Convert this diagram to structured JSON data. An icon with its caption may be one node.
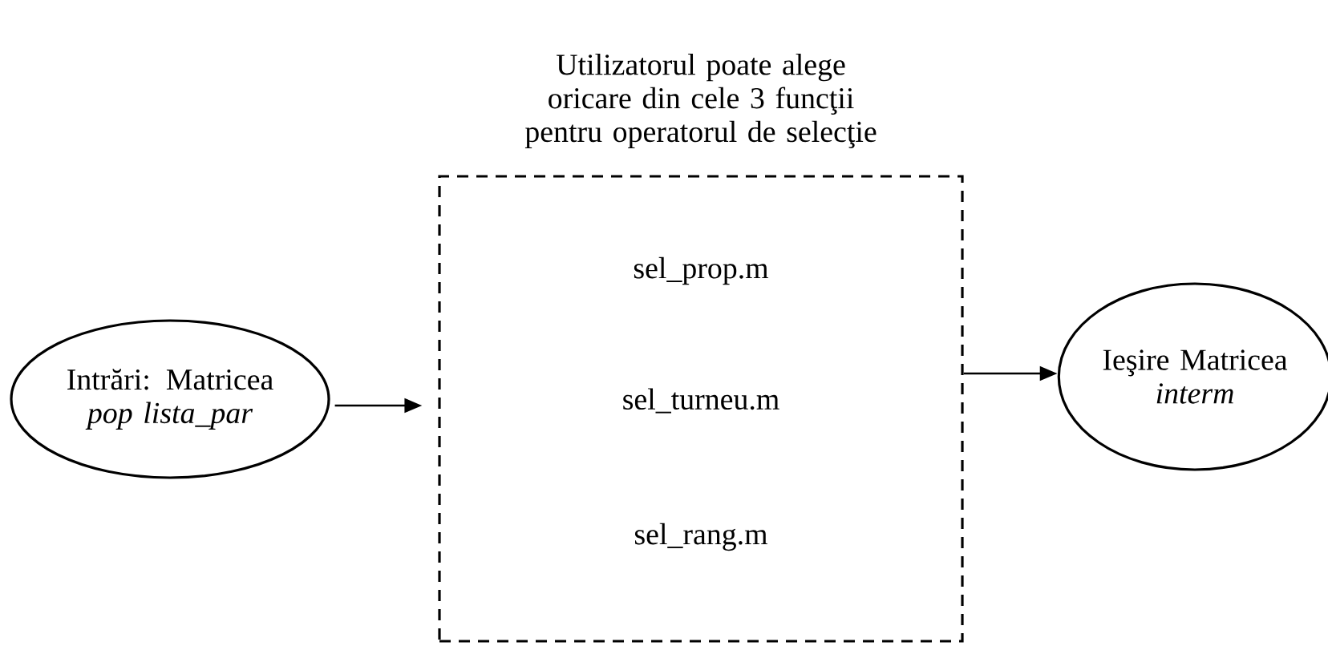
{
  "diagram": {
    "nodes": [
      {
        "text": [
          "Intrări: Matricea *pop* *lista_par*"
        ]
      },
      {
        "text": [
          "Utilizatorul poate alege oricare din cele 3 funcţii pentru operatorul de selecţie",
          "sel_prop.m",
          "sel_turneu.m",
          "sel_rang.m"
        ]
      },
      {
        "text": [
          "Ieşire Matricea *interm*"
        ]
      }
    ],
    "edges": [
      {
        "from": 0,
        "to": 1,
        "arrow": "to"
      },
      {
        "from": 1,
        "to": 2,
        "arrow": "to"
      }
    ]
  }
}
